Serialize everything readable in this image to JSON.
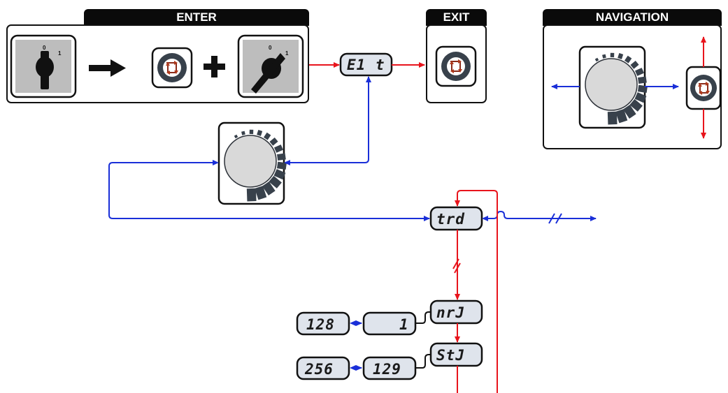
{
  "panels": {
    "enter": "ENTER",
    "exit": "EXIT",
    "navigation": "NAVIGATION"
  },
  "switch": {
    "off": "0",
    "on": "1"
  },
  "displays": {
    "elt": "E1 t",
    "trd": "trd",
    "nrd": "nrJ",
    "std": "StJ",
    "v128": "128",
    "v1": "1",
    "v256": "256",
    "v129": "129"
  },
  "icons": [
    "main-switch-off-icon",
    "main-switch-on-icon",
    "push-button-icon",
    "control-knob-icon",
    "arrow-right-icon",
    "plus-icon"
  ],
  "colors": {
    "red": "#e8141c",
    "blue": "#1a2fd8",
    "display_fill": "#dfe4ec",
    "dark": "#0a0a0a"
  }
}
